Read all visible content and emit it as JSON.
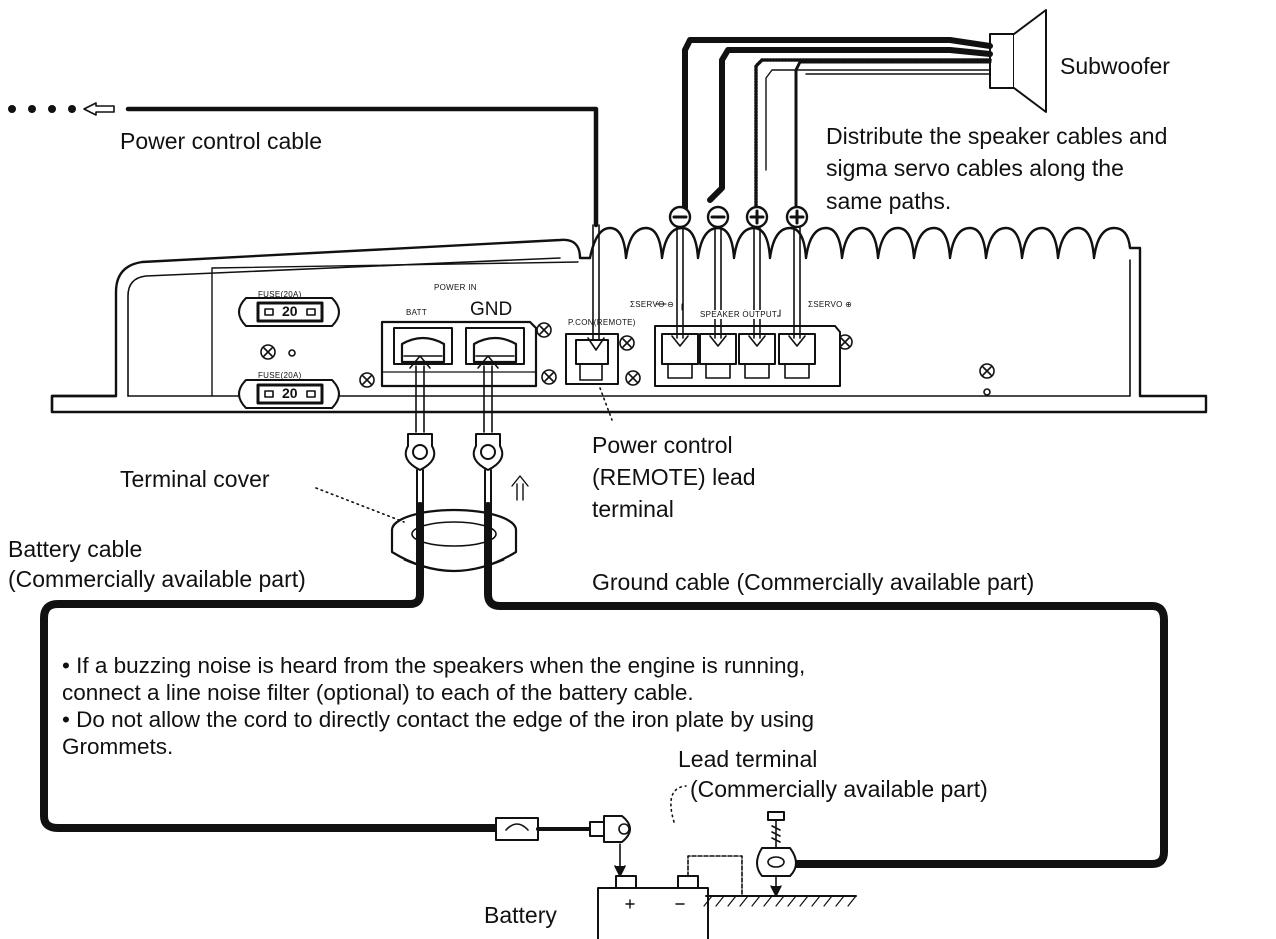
{
  "labels": {
    "subwoofer": "Subwoofer",
    "power_control_cable": "Power control cable",
    "distribute_note": [
      "Distribute the speaker cables and",
      "sigma servo cables along the",
      "same paths."
    ],
    "power_control_terminal": [
      "Power control",
      "(REMOTE) lead",
      "terminal"
    ],
    "terminal_cover": "Terminal cover",
    "battery_cable": [
      "Battery cable",
      "(Commercially available part)"
    ],
    "ground_cable": "Ground cable (Commercially available part)",
    "lead_terminal": [
      "Lead terminal",
      "(Commercially available part)"
    ],
    "battery": "Battery"
  },
  "notes": [
    "• If a buzzing noise is heard from the speakers when the engine is running,",
    "   connect a line noise filter (optional) to each of the battery cable.",
    "• Do not allow the cord to directly contact the edge of the iron plate by using",
    "   Grommets."
  ],
  "panel": {
    "fuse_label_top": "FUSE(20A)",
    "fuse_label_bottom": "FUSE(20A)",
    "fuse_value_top": "20",
    "fuse_value_bottom": "20",
    "power_in": "POWER IN",
    "batt": "BATT",
    "gnd": "GND",
    "pcon": "P.CON(REMOTE)",
    "servo_left": "ΣSERVO ⊖",
    "speaker_output": "SPEAKER OUTPUT",
    "servo_right": "ΣSERVO ⊕"
  },
  "polarity": [
    "−",
    "−",
    "+",
    "+"
  ]
}
